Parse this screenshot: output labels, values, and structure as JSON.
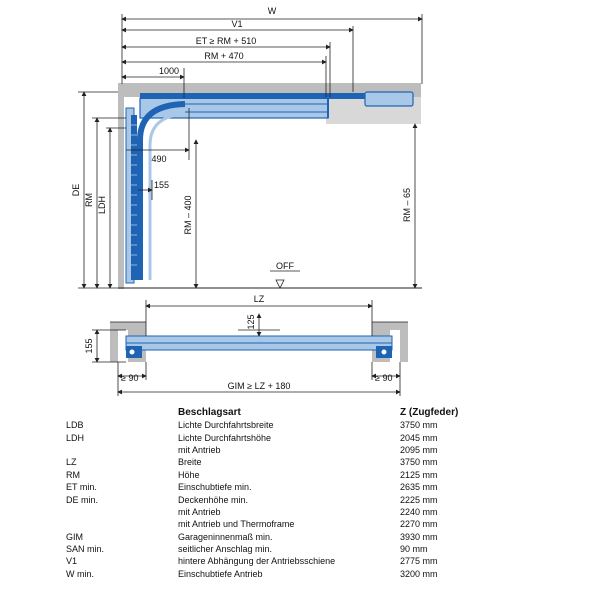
{
  "dimensions": {
    "w": "W",
    "v1": "V1",
    "et": "ET ≥ RM + 510",
    "rm470": "RM + 470",
    "d1000": "1000",
    "d490": "490",
    "d155_side": "155",
    "de": "DE",
    "rm": "RM",
    "ldh": "LDH",
    "rm400": "RM – 400",
    "rm65": "RM – 65",
    "off": "OFF",
    "lz": "LZ",
    "d125": "125",
    "d155_plan": "155",
    "ge90_left": "≥ 90",
    "ge90_right": "≥ 90",
    "gim": "GIM ≥ LZ + 180"
  },
  "table": {
    "header": {
      "col1": "",
      "col2": "Beschlagsart",
      "col3": "Z (Zugfeder)"
    },
    "rows": [
      {
        "code": "LDB",
        "desc": "Lichte Durchfahrtsbreite",
        "value": "3750 mm"
      },
      {
        "code": "LDH",
        "desc": "Lichte Durchfahrtshöhe",
        "value": "2045 mm"
      },
      {
        "code": "",
        "desc": "mit Antrieb",
        "value": "2095 mm"
      },
      {
        "code": "LZ",
        "desc": "Breite",
        "value": "3750 mm"
      },
      {
        "code": "RM",
        "desc": "Höhe",
        "value": "2125 mm"
      },
      {
        "code": "ET min.",
        "desc": "Einschubtiefe min.",
        "value": "2635 mm"
      },
      {
        "code": "DE min.",
        "desc": "Deckenhöhe min.",
        "value": "2225 mm"
      },
      {
        "code": "",
        "desc": "mit Antrieb",
        "value": "2240 mm"
      },
      {
        "code": "",
        "desc": "mit Antrieb und Thermoframe",
        "value": "2270 mm"
      },
      {
        "code": "GIM",
        "desc": "Garageninnenmaß min.",
        "value": "3930 mm"
      },
      {
        "code": "SAN min.",
        "desc": "seitlicher Anschlag min.",
        "value": "90 mm"
      },
      {
        "code": "V1",
        "desc": "hintere Abhängung der Antriebsschiene",
        "value": "2775 mm"
      },
      {
        "code": "W min.",
        "desc": "Einschubtiefe Antrieb",
        "value": "3200 mm"
      }
    ]
  },
  "colors": {
    "blue": "#1f64b4",
    "light_blue": "#a9c8e8",
    "wall": "#bdbdbd",
    "line": "#222222"
  }
}
